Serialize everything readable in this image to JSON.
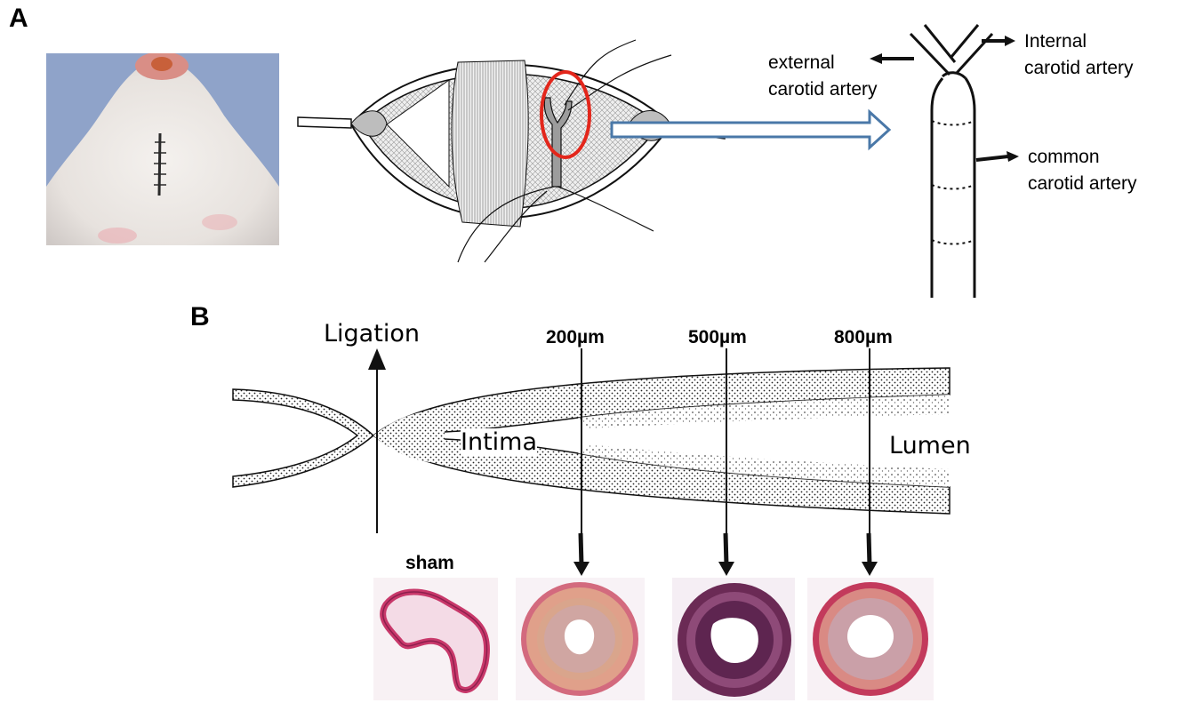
{
  "panel_a": {
    "label": "A",
    "labels": {
      "internal": [
        "Internal",
        "carotid artery"
      ],
      "external": [
        "external",
        "carotid artery"
      ],
      "common": [
        "common",
        "carotid artery"
      ]
    }
  },
  "panel_b": {
    "label": "B",
    "ligation": "Ligation",
    "intima": "Intima",
    "lumen": "Lumen",
    "distances": [
      "200µm",
      "500µm",
      "800µm"
    ],
    "sham": "sham"
  },
  "colors": {
    "highlight_ellipse": "#e3261b",
    "flow_arrow": "#4a78a8",
    "stain_pink": "#c8386a",
    "stain_purple": "#6b2a55",
    "photo_bg": "#8aa0c8"
  }
}
